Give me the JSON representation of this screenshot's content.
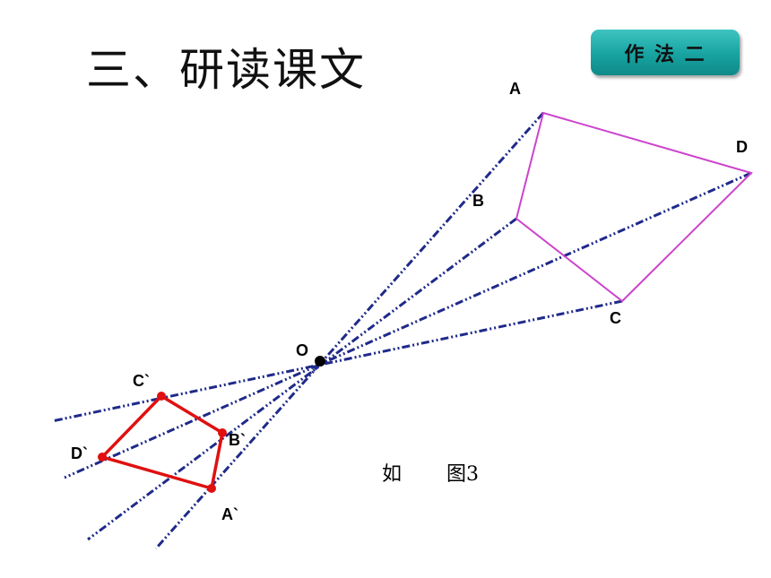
{
  "slide": {
    "title": "三、研读课文",
    "badge_label": "作 法 二"
  },
  "diagram": {
    "center_label": "O",
    "large_labels": {
      "A": "A",
      "B": "B",
      "C": "C",
      "D": "D"
    },
    "small_labels": {
      "A": "A`",
      "B": "B`",
      "C": "C`",
      "D": "D`"
    },
    "caption": {
      "part1": "如",
      "part2": "图3"
    },
    "colors": {
      "rays": "#1f2a8a",
      "large_quad": "#cc44cc",
      "small_quad": "#e01010",
      "center": "#000000"
    }
  }
}
